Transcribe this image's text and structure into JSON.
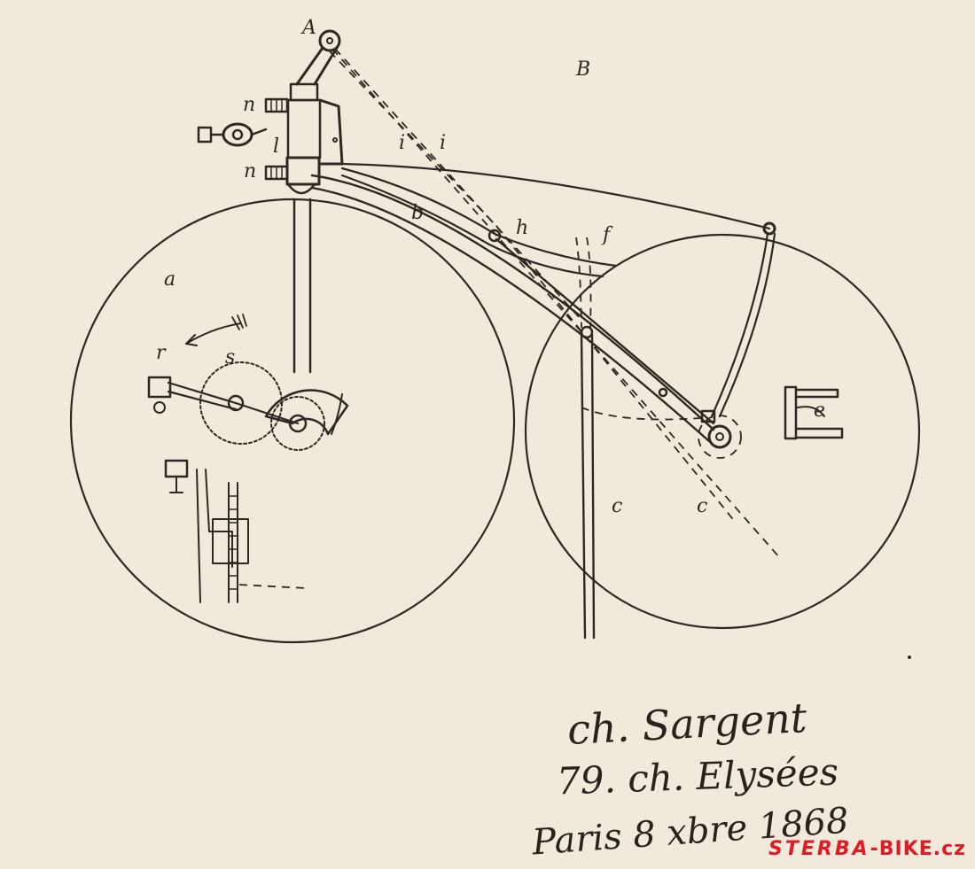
{
  "figure": {
    "sheet_number": "B",
    "part_labels": {
      "A": "A",
      "n_top": "n",
      "n_bottom": "n",
      "l": "l",
      "i1": "i",
      "i2": "i",
      "b": "b",
      "h": "h",
      "f": "f",
      "a": "a",
      "r": "r",
      "s": "s",
      "c1": "c",
      "c2": "c",
      "e": "e"
    }
  },
  "signature": {
    "name": "ch. Sargent",
    "address": "79. ch. Elysées",
    "date": "Paris 8 xbre 1868"
  },
  "watermark": {
    "brand": "STERBA",
    "site": "-BIKE.cz"
  },
  "colors": {
    "paper": "#f1e9dc",
    "ink": "#2e2822",
    "watermark": "#e01b24"
  }
}
